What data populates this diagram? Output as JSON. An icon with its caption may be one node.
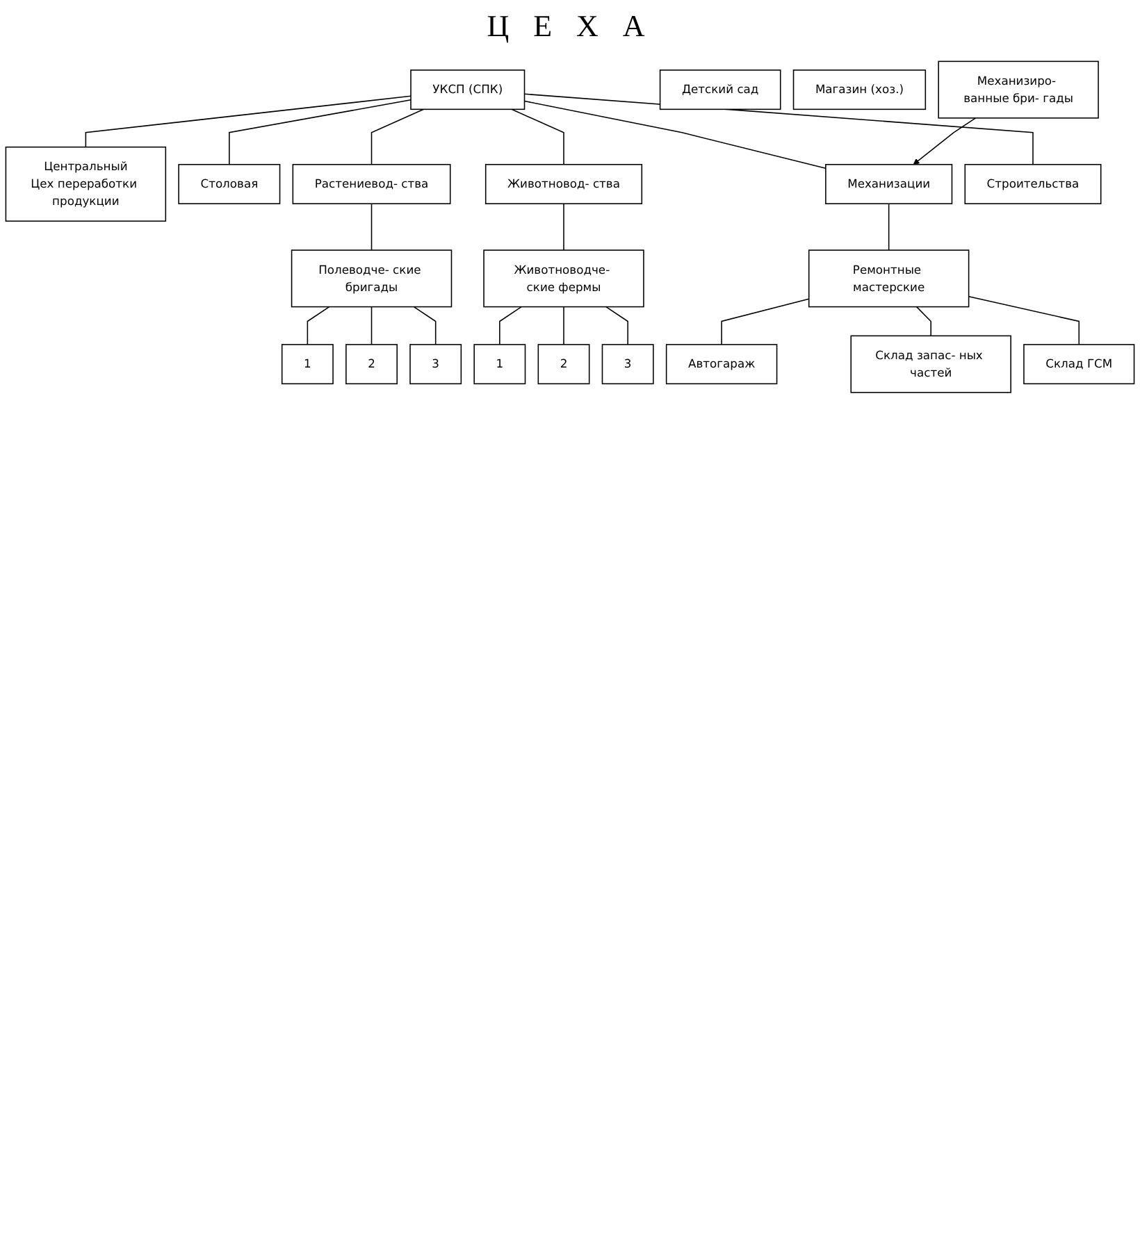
{
  "diagram": {
    "nodes": [
      {
        "text": [
          "УКСП (СПК)"
        ]
      },
      {
        "text": [
          "Центральный",
          "Цех переработки продукции"
        ]
      },
      {
        "text": [
          "Детский сад"
        ]
      },
      {
        "text": [
          "Столовая"
        ]
      },
      {
        "text": [
          "Магазин (хоз.)"
        ]
      },
      {
        "text": [
          "Растениевод- ства"
        ]
      },
      {
        "text": [
          "Животновод- ства"
        ]
      },
      {
        "text": [
          "Механизации"
        ]
      },
      {
        "text": [
          "Строительства"
        ]
      },
      {
        "text": [
          "Полеводче- ские бригады"
        ]
      },
      {
        "text": [
          "1"
        ]
      },
      {
        "text": [
          "2"
        ]
      },
      {
        "text": [
          "3"
        ]
      },
      {
        "text": [
          "Животноводче- ские фермы"
        ]
      },
      {
        "text": [
          "1"
        ]
      },
      {
        "text": [
          "2"
        ]
      },
      {
        "text": [
          "3"
        ]
      },
      {
        "text": [
          "Ремонтные мастерские"
        ]
      },
      {
        "text": [
          "Автогараж"
        ]
      },
      {
        "text": [
          "Склад запас- ных частей"
        ]
      },
      {
        "text": [
          "Склад ГСМ"
        ]
      },
      {
        "text": [
          "Механизиро- ванные бри- гады"
        ]
      }
    ],
    "edges": [
      {
        "from": 0,
        "to": 1,
        "arrow": "none"
      },
      {
        "from": 0,
        "to": 3,
        "arrow": "none"
      },
      {
        "from": 0,
        "to": 5,
        "arrow": "none"
      },
      {
        "from": 0,
        "to": 6,
        "arrow": "none"
      },
      {
        "from": 0,
        "to": 7,
        "arrow": "none"
      },
      {
        "from": 0,
        "to": 8,
        "arrow": "none"
      },
      {
        "from": 5,
        "to": 9,
        "arrow": "none"
      },
      {
        "from": 9,
        "to": 10,
        "arrow": "none"
      },
      {
        "from": 9,
        "to": 11,
        "arrow": "none"
      },
      {
        "from": 9,
        "to": 12,
        "arrow": "none"
      },
      {
        "from": 6,
        "to": 13,
        "arrow": "none"
      },
      {
        "from": 13,
        "to": 14,
        "arrow": "none"
      },
      {
        "from": 13,
        "to": 15,
        "arrow": "none"
      },
      {
        "from": 13,
        "to": 16,
        "arrow": "none"
      },
      {
        "from": 7,
        "to": 17,
        "arrow": "none"
      },
      {
        "from": 17,
        "to": 18,
        "arrow": "none"
      },
      {
        "from": 17,
        "to": 19,
        "arrow": "none"
      },
      {
        "from": 17,
        "to": 20,
        "arrow": "none"
      },
      {
        "from": 21,
        "to": 7,
        "arrow": "to"
      }
    ],
    "labels": [
      "Ц Е Х А"
    ]
  }
}
